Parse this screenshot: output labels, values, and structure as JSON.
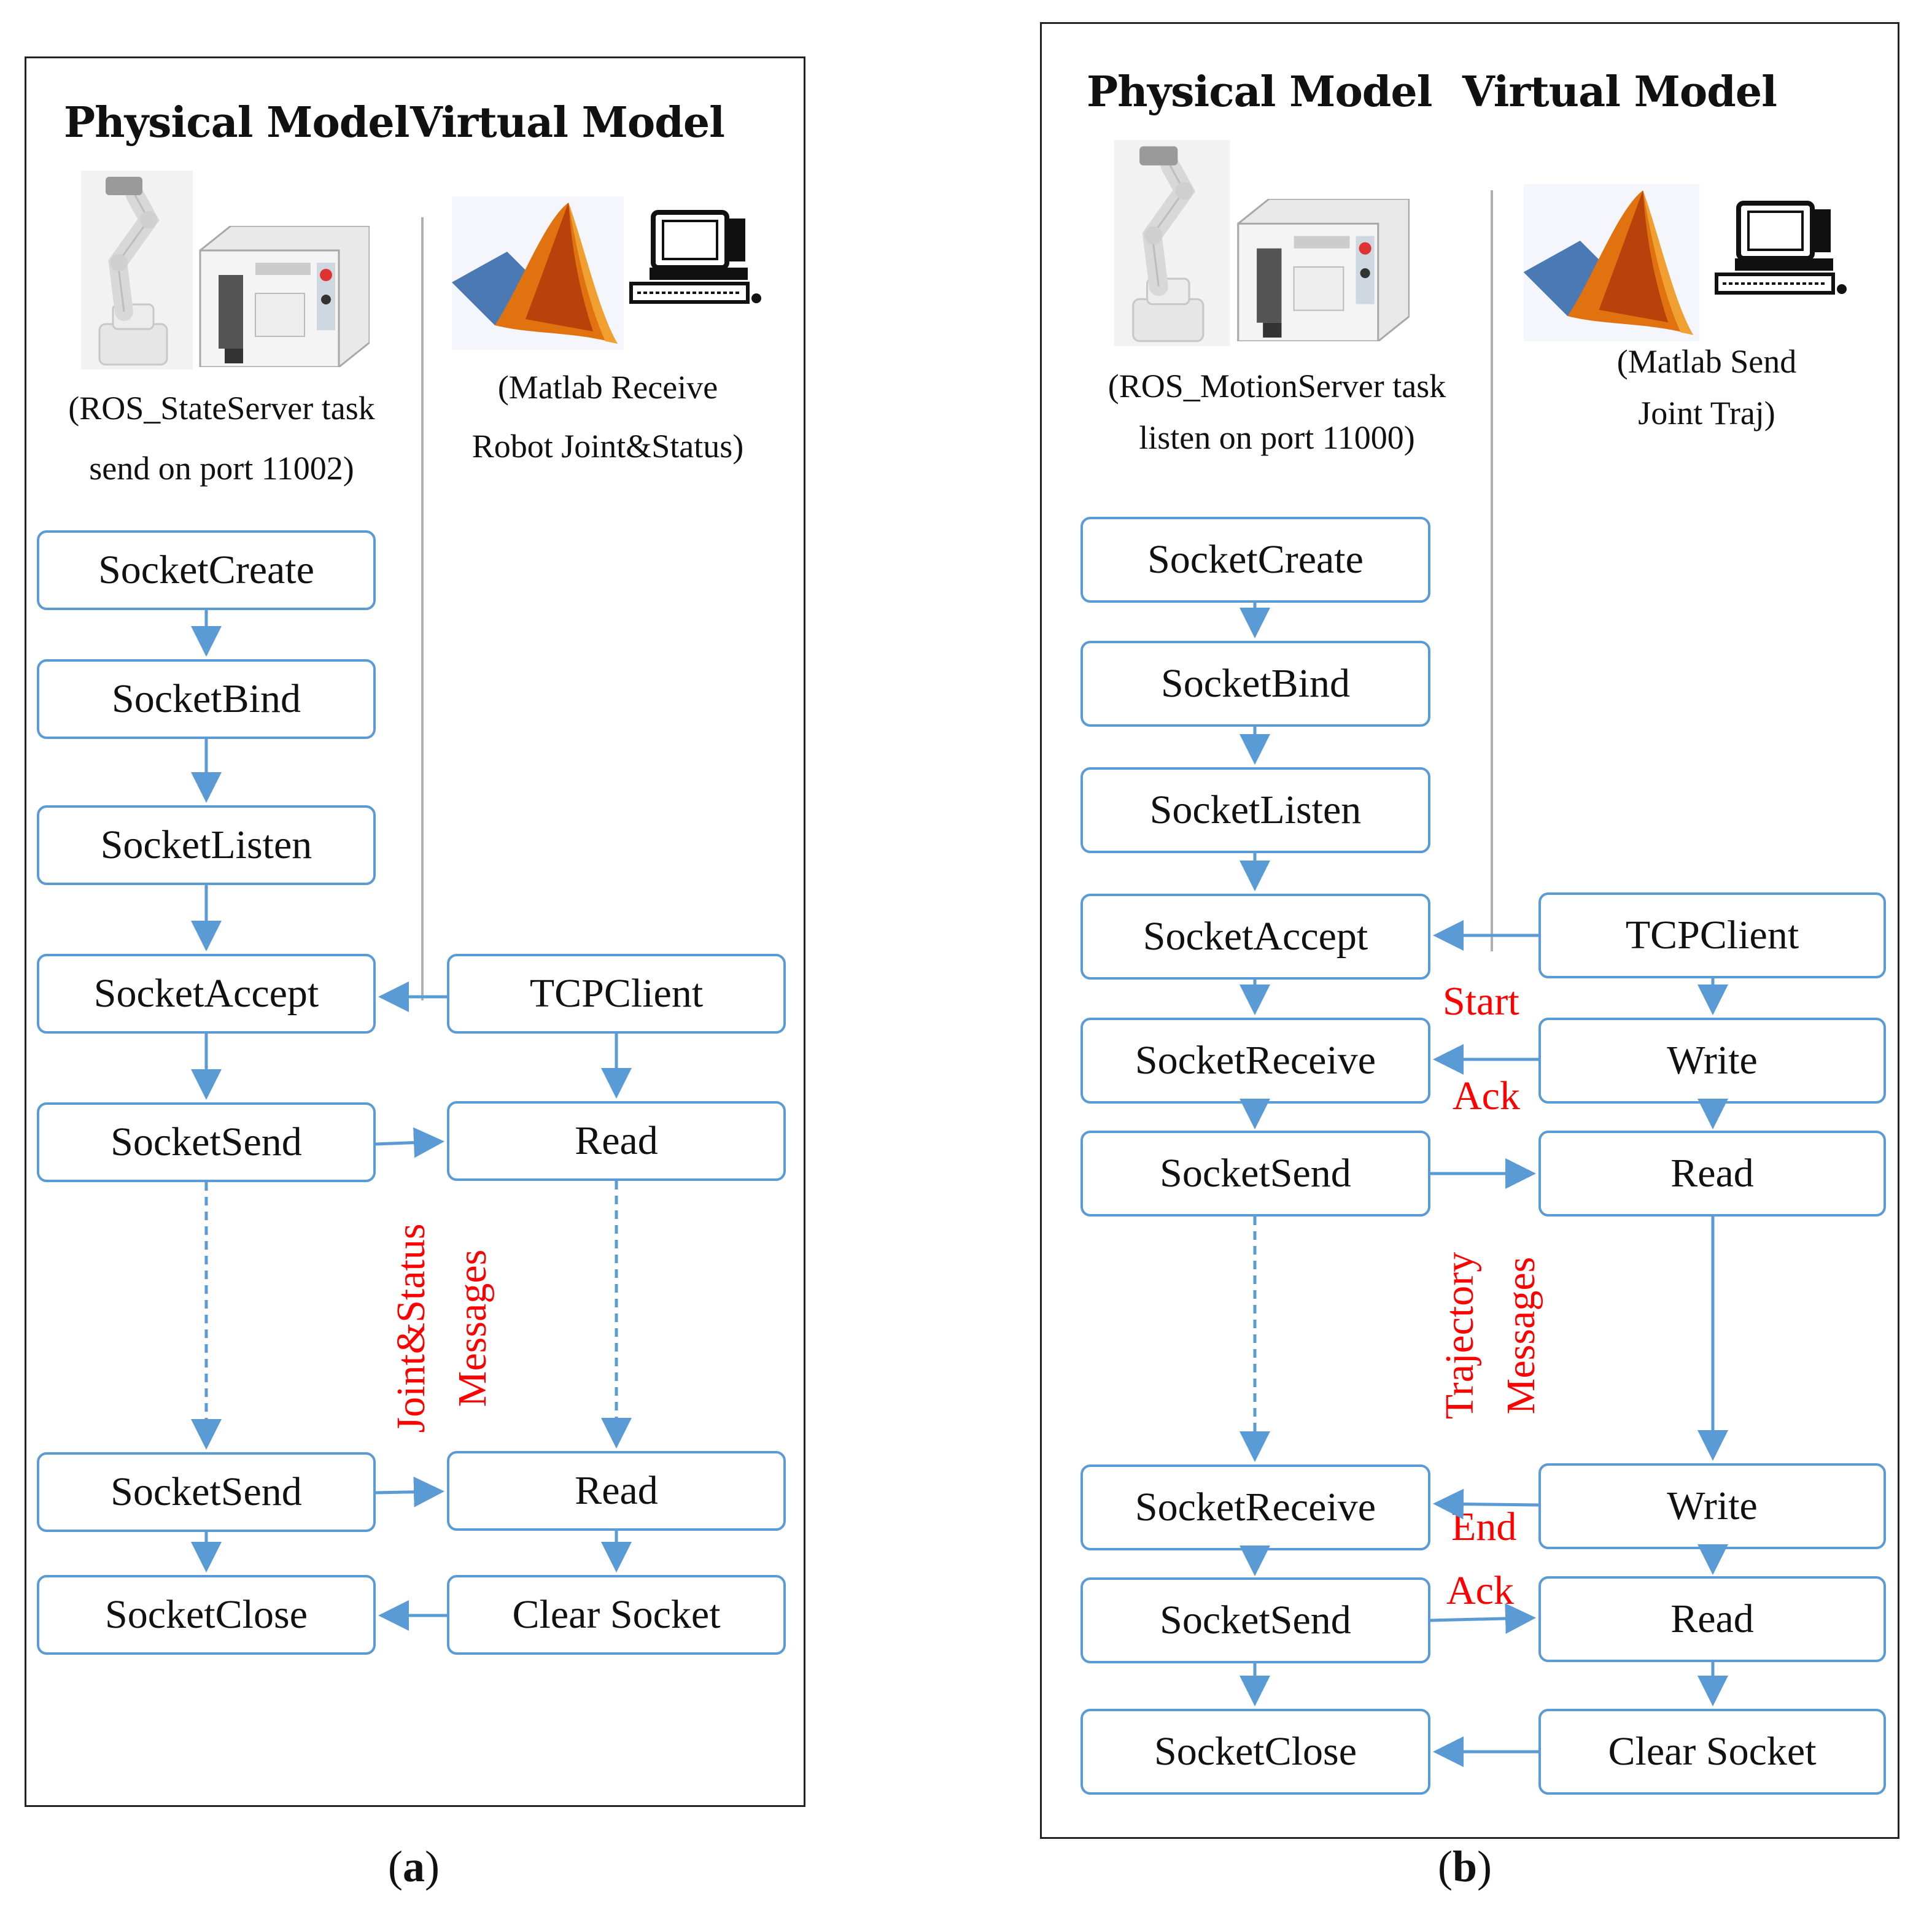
{
  "panel_a": {
    "header_physical": "Physical Model",
    "header_virtual": "Virtual Model",
    "caption_physical": [
      "(ROS_StateServer task",
      "send on port 11002)"
    ],
    "caption_virtual": [
      "(Matlab Receive",
      "Robot Joint&Status)"
    ],
    "boxes": {
      "socket_create": "SocketCreate",
      "socket_bind": "SocketBind",
      "socket_listen": "SocketListen",
      "socket_accept": "SocketAccept",
      "socket_send_1": "SocketSend",
      "socket_send_2": "SocketSend",
      "socket_close": "SocketClose",
      "tcp_client": "TCPClient",
      "read_1": "Read",
      "read_2": "Read",
      "clear_socket": "Clear Socket"
    },
    "messages_label": [
      "Joint&Status",
      "Messages"
    ],
    "label": "(a)"
  },
  "panel_b": {
    "header_physical": "Physical Model",
    "header_virtual": "Virtual Model",
    "caption_physical": [
      "(ROS_MotionServer task",
      "listen on port 11000)"
    ],
    "caption_virtual": [
      "(Matlab Send",
      "Joint Traj)"
    ],
    "boxes": {
      "socket_create": "SocketCreate",
      "socket_bind": "SocketBind",
      "socket_listen": "SocketListen",
      "socket_accept": "SocketAccept",
      "socket_receive_1": "SocketReceive",
      "socket_send_1": "SocketSend",
      "socket_receive_2": "SocketReceive",
      "socket_send_2": "SocketSend",
      "socket_close": "SocketClose",
      "tcp_client": "TCPClient",
      "write_1": "Write",
      "read_1": "Read",
      "write_2": "Write",
      "read_2": "Read",
      "clear_socket": "Clear Socket"
    },
    "start_label": "Start",
    "ack_label_1": "Ack",
    "end_label": "End",
    "ack_label_2": "Ack",
    "messages_label": [
      "Trajectory",
      "Messages"
    ],
    "label": "(b)"
  },
  "colors": {
    "arrow": "#5b9bd5",
    "box_border": "#5b9bd5",
    "annotation": "#ff0000",
    "divider": "#b0b0b0"
  },
  "icons": [
    "robot-arm-icon",
    "controller-cabinet-icon",
    "matlab-logo-icon",
    "computer-icon"
  ]
}
